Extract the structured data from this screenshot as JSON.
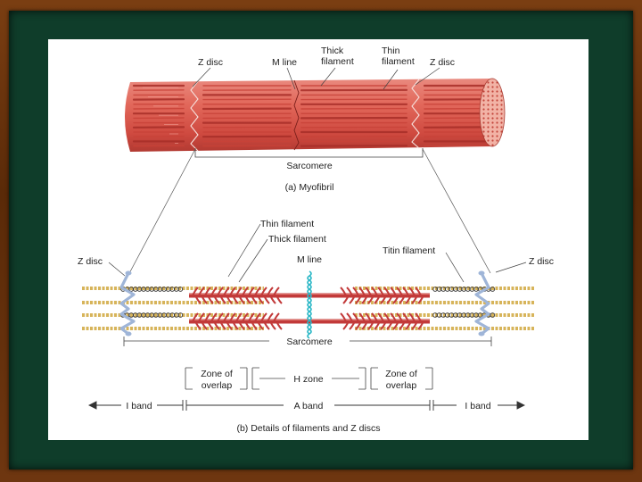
{
  "colors": {
    "frame_wood": "#6e3610",
    "background_green": "#0f3d2a",
    "panel": "#ffffff",
    "myofibril_red": "#d9564a",
    "thin_filament": "#d7b45a",
    "thick_filament": "#c23a3a",
    "titin": "#333333",
    "zdisc_blue": "#9fb5d8",
    "mline_cyan": "#2ab7c6"
  },
  "top": {
    "labels": {
      "z_disc_left": "Z disc",
      "m_line": "M line",
      "thick_filament_l1": "Thick",
      "thick_filament_l2": "filament",
      "thin_filament_l1": "Thin",
      "thin_filament_l2": "filament",
      "z_disc_right": "Z disc",
      "sarcomere": "Sarcomere"
    },
    "caption": "(a) Myofibril"
  },
  "bottom": {
    "labels": {
      "thin_filament": "Thin filament",
      "thick_filament": "Thick filament",
      "titin_filament": "Titin filament",
      "m_line": "M line",
      "z_disc_left": "Z disc",
      "z_disc_right": "Z disc",
      "sarcomere": "Sarcomere"
    },
    "zones": {
      "overlap_left_l1": "Zone of",
      "overlap_left_l2": "overlap",
      "h_zone": "H zone",
      "overlap_right_l1": "Zone of",
      "overlap_right_l2": "overlap"
    },
    "bands": {
      "i_band_left": "I band",
      "a_band": "A band",
      "i_band_right": "I band"
    },
    "caption": "(b) Details of filaments and Z discs"
  }
}
